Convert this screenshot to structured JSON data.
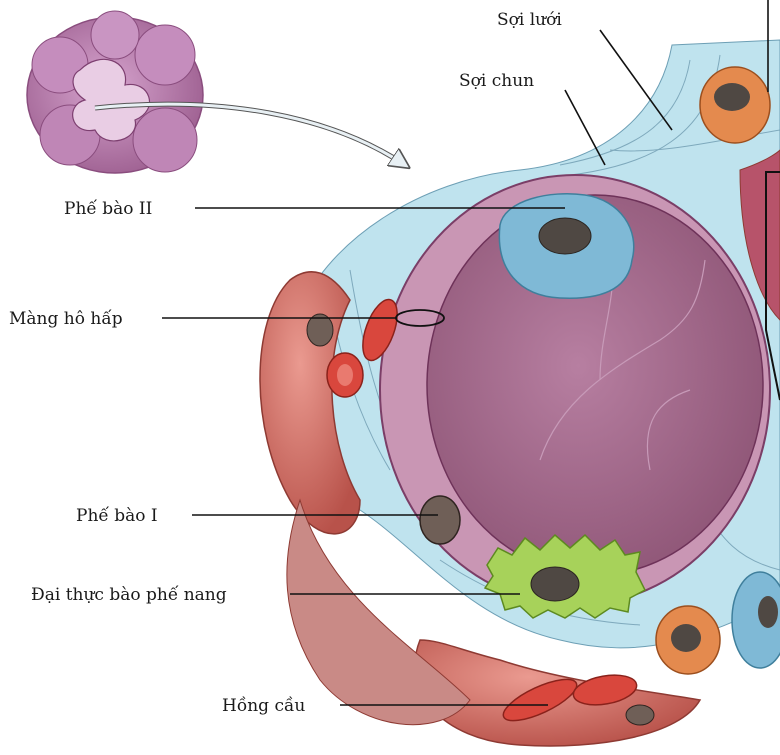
{
  "labels": {
    "soi_luoi": "Sợi lưới",
    "soi_chun": "Sợi chun",
    "phe_bao_2": "Phế bào II",
    "mang_ho_hap": "Màng hô hấp",
    "phe_bao_1": "Phế bào I",
    "dai_thuc_bao": "Đại thực bào phế nang",
    "hong_cau": "Hồng cầu"
  },
  "colors": {
    "interstitium": "#bfe3ee",
    "alveolus_wall": "#b97fa0",
    "alveolus_lumen": "#a26a8c",
    "type2_cell": "#7fb9d6",
    "macrophage": "#a7d25a",
    "red_cell": "#d9473d",
    "capillary": "#d6776e",
    "orange_cell": "#e48a4e"
  }
}
